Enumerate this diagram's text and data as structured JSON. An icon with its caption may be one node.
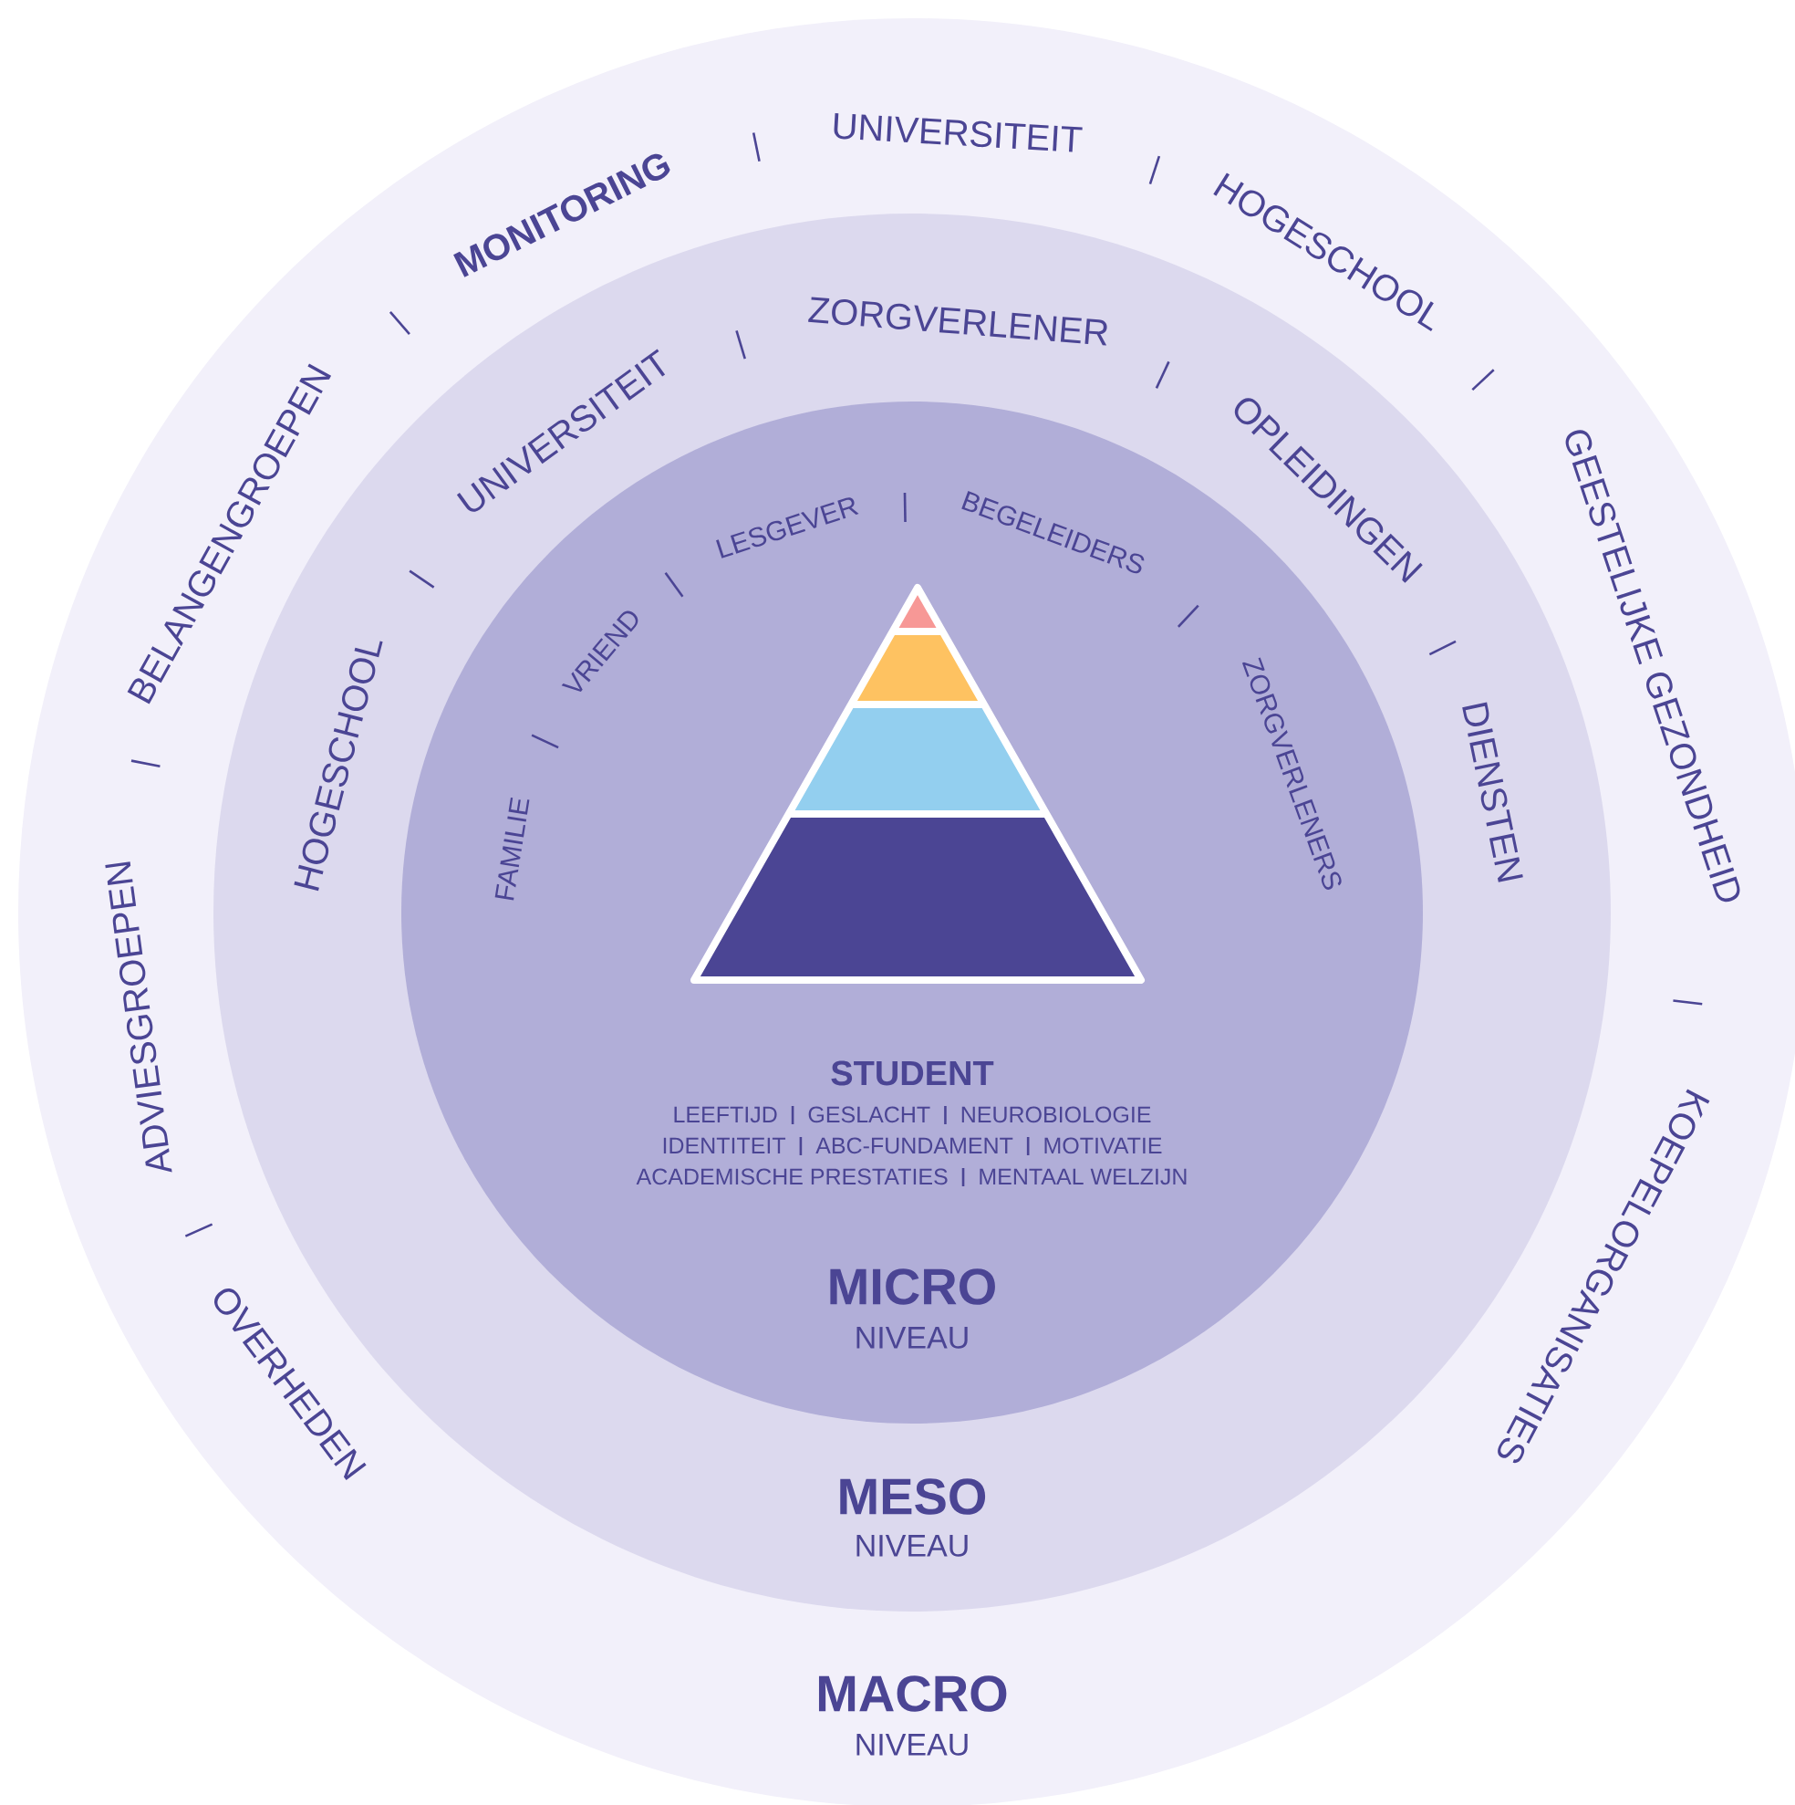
{
  "diagram": {
    "nodes": [
      {
        "text": [
          "MACRO",
          "NIVEAU",
          "OVERHEDEN",
          "ADVIESGROEPEN",
          "BELANGENGROEPEN",
          "MONITORING",
          "UNIVERSITEIT",
          "HOGESCHOOL",
          "GEESTELIJKE GEZONDHEID",
          "KOEPELORGANISATIES"
        ]
      },
      {
        "text": [
          "MESO",
          "NIVEAU",
          "HOGESCHOOL",
          "UNIVERSITEIT",
          "ZORGVERLENER",
          "OPLEIDINGEN",
          "DIENSTEN"
        ],
        "in": 0
      },
      {
        "text": [
          "MICRO",
          "NIVEAU",
          "FAMILIE",
          "VRIEND",
          "LESGEVER",
          "BEGELEIDERS",
          "ZORGVERLENERS"
        ],
        "in": 1
      }
    ],
    "labels": [
      "STUDENT",
      "LEEFTIJD",
      "GESLACHT",
      "NEUROBIOLOGIE",
      "IDENTITEIT",
      "ABC-FUNDAMENT",
      "MOTIVATIE",
      "ACADEMISCHE PRESTATIES",
      "MENTAAL WELZIJN"
    ]
  }
}
